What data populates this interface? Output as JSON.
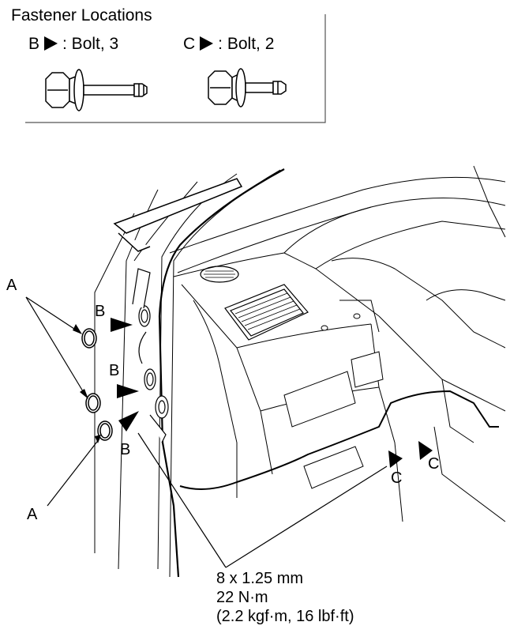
{
  "title": "Fastener Locations",
  "legend": [
    {
      "letter": "B",
      "text": ": Bolt, 3"
    },
    {
      "letter": "C",
      "text": ": Bolt, 2"
    }
  ],
  "callouts": {
    "a_upper": "A",
    "a_lower": "A",
    "b_upper": "B",
    "b_middle": "B",
    "b_lower": "B",
    "c_left": "C",
    "c_right": "C"
  },
  "torque_spec": {
    "size": "8 x 1.25 mm",
    "torque": "22 N·m",
    "alt": "(2.2 kgf·m, 16 lbf·ft)"
  }
}
